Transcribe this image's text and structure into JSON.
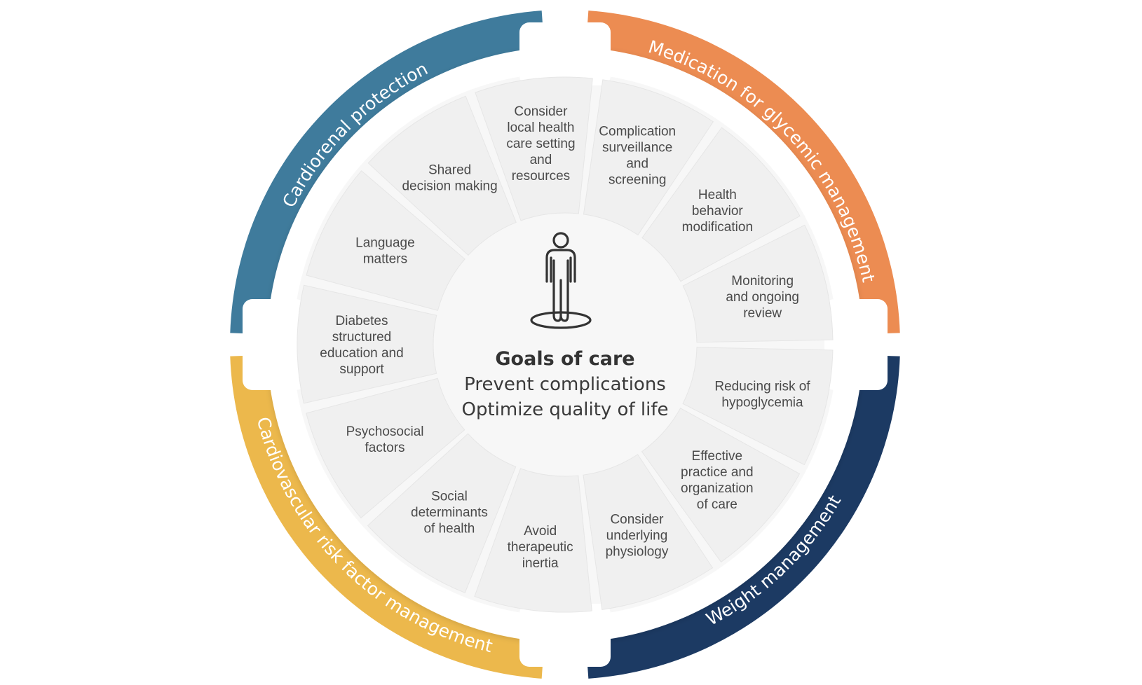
{
  "center": {
    "title": "Goals of care",
    "lines": [
      "Prevent complications",
      "Optimize quality of life"
    ],
    "icon": "person-icon"
  },
  "outer_arcs": [
    {
      "id": "cardiorenal",
      "label": "Cardiorenal protection",
      "color": "#3f7b9c"
    },
    {
      "id": "glycemic",
      "label": "Medication for glycemic management",
      "color": "#ec8c52"
    },
    {
      "id": "weight",
      "label": "Weight management",
      "color": "#1c3a63"
    },
    {
      "id": "cv-risk",
      "label": "Cardiovascular risk factor management",
      "color": "#ecb84c"
    }
  ],
  "segments": [
    {
      "lines": [
        "Complication",
        "surveillance",
        "and",
        "screening"
      ]
    },
    {
      "lines": [
        "Health",
        "behavior",
        "modification"
      ]
    },
    {
      "lines": [
        "Monitoring",
        "and ongoing",
        "review"
      ]
    },
    {
      "lines": [
        "Reducing risk of",
        "hypoglycemia"
      ]
    },
    {
      "lines": [
        "Effective",
        "practice and",
        "organization",
        "of care"
      ]
    },
    {
      "lines": [
        "Consider",
        "underlying",
        "physiology"
      ]
    },
    {
      "lines": [
        "Avoid",
        "therapeutic",
        "inertia"
      ]
    },
    {
      "lines": [
        "Social",
        "determinants",
        "of health"
      ]
    },
    {
      "lines": [
        "Psychosocial",
        "factors"
      ]
    },
    {
      "lines": [
        "Diabetes",
        "structured",
        "education and",
        "support"
      ]
    },
    {
      "lines": [
        "Language",
        "matters"
      ]
    },
    {
      "lines": [
        "Shared",
        "decision making"
      ]
    },
    {
      "lines": [
        "Consider",
        "local health",
        "care setting",
        "and",
        "resources"
      ]
    }
  ],
  "colors": {
    "segment_fill": "#f0f0f0",
    "wheel_background": "#f7f7f7"
  }
}
